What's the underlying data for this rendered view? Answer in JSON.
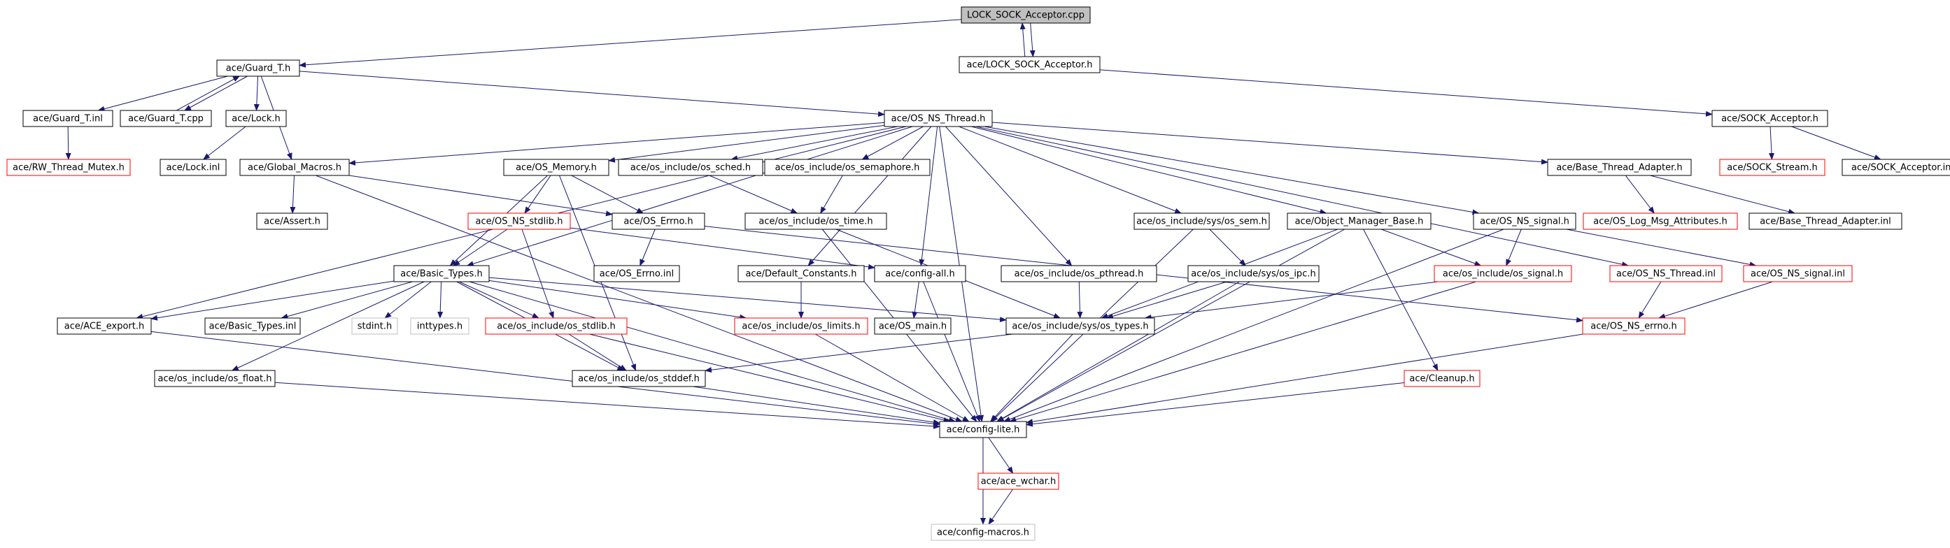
{
  "colors": {
    "edge": "#191970",
    "border_normal": "#000000",
    "border_incomplete": "#ff0000",
    "border_external": "#bfbfbf",
    "fill_root": "#bfbfbf",
    "fill_normal": "#ffffff",
    "text_normal": "#000000",
    "text_external": "#8c8c8c"
  },
  "nodes": {
    "root": {
      "label": "LOCK_SOCK_Acceptor.cpp",
      "kind": "root"
    },
    "guard_h": {
      "label": "ace/Guard_T.h",
      "kind": "normal"
    },
    "lock_sock_h": {
      "label": "ace/LOCK_SOCK_Acceptor.h",
      "kind": "normal"
    },
    "guard_inl": {
      "label": "ace/Guard_T.inl",
      "kind": "normal"
    },
    "guard_cpp": {
      "label": "ace/Guard_T.cpp",
      "kind": "normal"
    },
    "lock_h": {
      "label": "ace/Lock.h",
      "kind": "normal"
    },
    "os_ns_thread_h": {
      "label": "ace/OS_NS_Thread.h",
      "kind": "normal"
    },
    "sock_acceptor_h": {
      "label": "ace/SOCK_Acceptor.h",
      "kind": "normal"
    },
    "rw_mutex": {
      "label": "ace/RW_Thread_Mutex.h",
      "kind": "incomplete"
    },
    "lock_inl": {
      "label": "ace/Lock.inl",
      "kind": "normal"
    },
    "global_macros": {
      "label": "ace/Global_Macros.h",
      "kind": "normal"
    },
    "os_memory": {
      "label": "ace/OS_Memory.h",
      "kind": "normal"
    },
    "os_sched": {
      "label": "ace/os_include/os_sched.h",
      "kind": "normal"
    },
    "os_semaphore": {
      "label": "ace/os_include/os_semaphore.h",
      "kind": "normal"
    },
    "base_thread_adapter_h": {
      "label": "ace/Base_Thread_Adapter.h",
      "kind": "normal"
    },
    "sock_stream": {
      "label": "ace/SOCK_Stream.h",
      "kind": "incomplete"
    },
    "sock_acceptor_inl": {
      "label": "ace/SOCK_Acceptor.inl",
      "kind": "normal"
    },
    "assert_h": {
      "label": "ace/Assert.h",
      "kind": "normal"
    },
    "os_ns_stdlib": {
      "label": "ace/OS_NS_stdlib.h",
      "kind": "incomplete"
    },
    "os_errno_h": {
      "label": "ace/OS_Errno.h",
      "kind": "normal"
    },
    "os_time": {
      "label": "ace/os_include/os_time.h",
      "kind": "normal"
    },
    "sys_sem": {
      "label": "ace/os_include/sys/os_sem.h",
      "kind": "normal"
    },
    "object_manager_base": {
      "label": "ace/Object_Manager_Base.h",
      "kind": "normal"
    },
    "os_ns_signal_h": {
      "label": "ace/OS_NS_signal.h",
      "kind": "normal"
    },
    "os_log_msg": {
      "label": "ace/OS_Log_Msg_Attributes.h",
      "kind": "incomplete"
    },
    "base_thread_adapter_inl": {
      "label": "ace/Base_Thread_Adapter.inl",
      "kind": "normal"
    },
    "basic_types_h": {
      "label": "ace/Basic_Types.h",
      "kind": "normal"
    },
    "os_errno_inl": {
      "label": "ace/OS_Errno.inl",
      "kind": "normal"
    },
    "default_constants": {
      "label": "ace/Default_Constants.h",
      "kind": "normal"
    },
    "config_all": {
      "label": "ace/config-all.h",
      "kind": "normal"
    },
    "os_pthread": {
      "label": "ace/os_include/os_pthread.h",
      "kind": "normal"
    },
    "sys_ipc": {
      "label": "ace/os_include/sys/os_ipc.h",
      "kind": "normal"
    },
    "os_signal": {
      "label": "ace/os_include/os_signal.h",
      "kind": "incomplete"
    },
    "os_ns_thread_inl": {
      "label": "ace/OS_NS_Thread.inl",
      "kind": "incomplete"
    },
    "os_ns_signal_inl": {
      "label": "ace/OS_NS_signal.inl",
      "kind": "incomplete"
    },
    "ace_export": {
      "label": "ace/ACE_export.h",
      "kind": "normal"
    },
    "basic_types_inl": {
      "label": "ace/Basic_Types.inl",
      "kind": "normal"
    },
    "stdint": {
      "label": "stdint.h",
      "kind": "external"
    },
    "inttypes": {
      "label": "inttypes.h",
      "kind": "external"
    },
    "os_stdlib": {
      "label": "ace/os_include/os_stdlib.h",
      "kind": "incomplete"
    },
    "os_limits": {
      "label": "ace/os_include/os_limits.h",
      "kind": "incomplete"
    },
    "os_main": {
      "label": "ace/OS_main.h",
      "kind": "normal"
    },
    "sys_types": {
      "label": "ace/os_include/sys/os_types.h",
      "kind": "normal"
    },
    "os_ns_errno": {
      "label": "ace/OS_NS_errno.h",
      "kind": "incomplete"
    },
    "os_float": {
      "label": "ace/os_include/os_float.h",
      "kind": "normal"
    },
    "os_stddef": {
      "label": "ace/os_include/os_stddef.h",
      "kind": "normal"
    },
    "cleanup": {
      "label": "ace/Cleanup.h",
      "kind": "incomplete"
    },
    "config_lite": {
      "label": "ace/config-lite.h",
      "kind": "normal"
    },
    "ace_wchar": {
      "label": "ace/ace_wchar.h",
      "kind": "incomplete"
    },
    "config_macros": {
      "label": "ace/config-macros.h",
      "kind": "external"
    }
  },
  "edges": [
    [
      "root",
      "guard_h"
    ],
    [
      "root",
      "lock_sock_h"
    ],
    [
      "lock_sock_h",
      "root"
    ],
    [
      "guard_h",
      "guard_inl"
    ],
    [
      "guard_h",
      "guard_cpp"
    ],
    [
      "guard_cpp",
      "guard_h"
    ],
    [
      "guard_h",
      "lock_h"
    ],
    [
      "guard_h",
      "global_macros"
    ],
    [
      "guard_h",
      "os_ns_thread_h"
    ],
    [
      "guard_inl",
      "rw_mutex"
    ],
    [
      "lock_h",
      "lock_inl"
    ],
    [
      "lock_sock_h",
      "sock_acceptor_h"
    ],
    [
      "sock_acceptor_h",
      "sock_stream"
    ],
    [
      "sock_acceptor_h",
      "sock_acceptor_inl"
    ],
    [
      "os_ns_thread_h",
      "global_macros"
    ],
    [
      "os_ns_thread_h",
      "os_memory"
    ],
    [
      "os_ns_thread_h",
      "os_sched"
    ],
    [
      "os_ns_thread_h",
      "os_semaphore"
    ],
    [
      "os_ns_thread_h",
      "base_thread_adapter_h"
    ],
    [
      "os_ns_thread_h",
      "basic_types_h"
    ],
    [
      "os_ns_thread_h",
      "ace_export"
    ],
    [
      "os_ns_thread_h",
      "default_constants"
    ],
    [
      "os_ns_thread_h",
      "config_all"
    ],
    [
      "os_ns_thread_h",
      "os_pthread"
    ],
    [
      "os_ns_thread_h",
      "sys_sem"
    ],
    [
      "os_ns_thread_h",
      "object_manager_base"
    ],
    [
      "os_ns_thread_h",
      "os_ns_signal_h"
    ],
    [
      "os_ns_thread_h",
      "os_ns_thread_inl"
    ],
    [
      "os_ns_thread_h",
      "config_lite"
    ],
    [
      "global_macros",
      "assert_h"
    ],
    [
      "global_macros",
      "os_errno_h"
    ],
    [
      "global_macros",
      "config_lite"
    ],
    [
      "os_memory",
      "os_ns_stdlib"
    ],
    [
      "os_memory",
      "os_errno_h"
    ],
    [
      "os_memory",
      "basic_types_h"
    ],
    [
      "os_memory",
      "os_stddef"
    ],
    [
      "os_sched",
      "os_time"
    ],
    [
      "os_semaphore",
      "os_time"
    ],
    [
      "base_thread_adapter_h",
      "os_log_msg"
    ],
    [
      "base_thread_adapter_h",
      "base_thread_adapter_inl"
    ],
    [
      "os_ns_stdlib",
      "basic_types_h"
    ],
    [
      "os_ns_stdlib",
      "os_stdlib"
    ],
    [
      "os_ns_stdlib",
      "config_all"
    ],
    [
      "os_errno_h",
      "os_errno_inl"
    ],
    [
      "os_errno_h",
      "os_ns_errno"
    ],
    [
      "os_time",
      "sys_types"
    ],
    [
      "os_time",
      "config_lite"
    ],
    [
      "sys_sem",
      "sys_ipc"
    ],
    [
      "sys_sem",
      "config_lite"
    ],
    [
      "object_manager_base",
      "os_signal"
    ],
    [
      "object_manager_base",
      "cleanup"
    ],
    [
      "object_manager_base",
      "sys_types"
    ],
    [
      "object_manager_base",
      "config_lite"
    ],
    [
      "os_ns_signal_h",
      "os_signal"
    ],
    [
      "os_ns_signal_h",
      "os_ns_signal_inl"
    ],
    [
      "os_ns_signal_h",
      "config_lite"
    ],
    [
      "basic_types_h",
      "ace_export"
    ],
    [
      "basic_types_h",
      "basic_types_inl"
    ],
    [
      "basic_types_h",
      "stdint"
    ],
    [
      "basic_types_h",
      "inttypes"
    ],
    [
      "basic_types_h",
      "os_stdlib"
    ],
    [
      "basic_types_h",
      "os_limits"
    ],
    [
      "basic_types_h",
      "os_float"
    ],
    [
      "basic_types_h",
      "os_stddef"
    ],
    [
      "basic_types_h",
      "sys_types"
    ],
    [
      "basic_types_h",
      "config_lite"
    ],
    [
      "default_constants",
      "os_limits"
    ],
    [
      "config_all",
      "os_main"
    ],
    [
      "config_all",
      "config_lite"
    ],
    [
      "os_pthread",
      "sys_types"
    ],
    [
      "sys_ipc",
      "sys_types"
    ],
    [
      "sys_ipc",
      "config_lite"
    ],
    [
      "os_signal",
      "sys_types"
    ],
    [
      "os_signal",
      "config_lite"
    ],
    [
      "os_ns_thread_inl",
      "os_ns_errno"
    ],
    [
      "os_ns_signal_inl",
      "os_ns_errno"
    ],
    [
      "ace_export",
      "config_lite"
    ],
    [
      "os_stdlib",
      "os_stddef"
    ],
    [
      "os_stdlib",
      "config_lite"
    ],
    [
      "os_limits",
      "config_lite"
    ],
    [
      "sys_types",
      "os_stddef"
    ],
    [
      "sys_types",
      "config_lite"
    ],
    [
      "os_ns_errno",
      "config_lite"
    ],
    [
      "os_float",
      "config_lite"
    ],
    [
      "os_stddef",
      "config_lite"
    ],
    [
      "cleanup",
      "config_lite"
    ],
    [
      "config_lite",
      "ace_wchar"
    ],
    [
      "config_lite",
      "config_macros"
    ],
    [
      "ace_wchar",
      "config_macros"
    ]
  ]
}
